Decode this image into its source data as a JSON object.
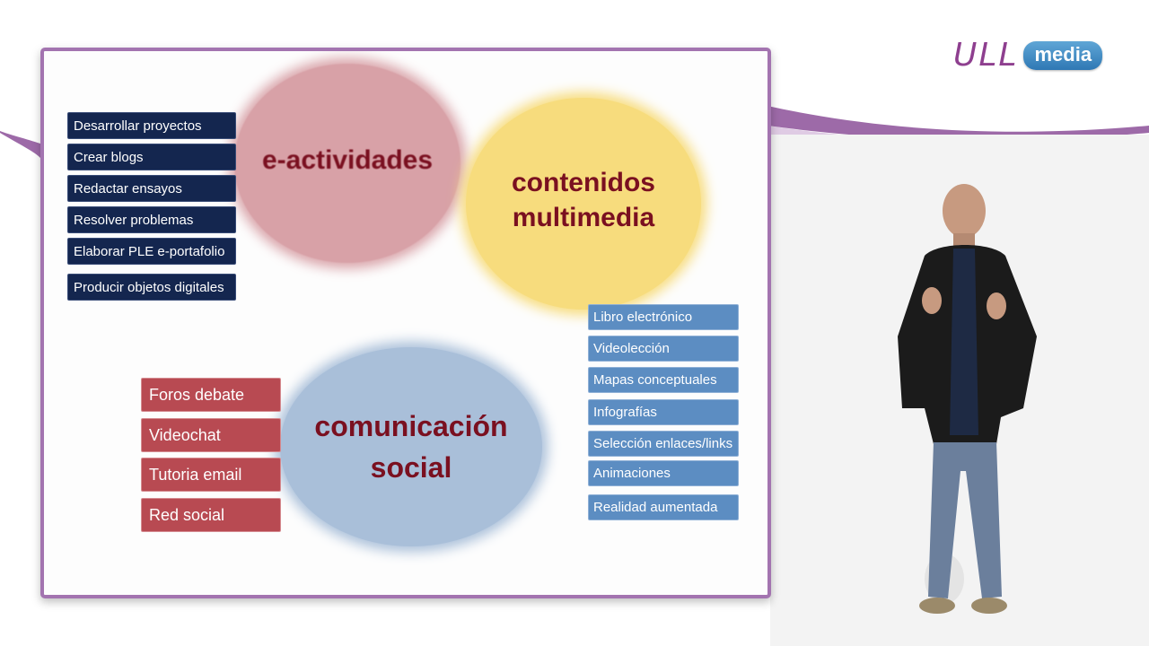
{
  "logo": {
    "ull": "ULL",
    "media": "media"
  },
  "diagram": {
    "actividades": {
      "title": "e-actividades",
      "items": [
        "Desarrollar proyectos",
        "Crear blogs",
        "Redactar ensayos",
        "Resolver problemas",
        "Elaborar PLE e-portafolio",
        "Producir objetos digitales"
      ]
    },
    "contenidos": {
      "title_line1": "contenidos",
      "title_line2": "multimedia",
      "items": [
        "Libro electrónico",
        "Videolección",
        "Mapas conceptuales",
        "Infografías",
        "Selección enlaces/links",
        "Animaciones",
        "Realidad aumentada"
      ]
    },
    "comunicacion": {
      "title_line1": "comunicación",
      "title_line2": "social",
      "items": [
        "Foros debate",
        "Videochat",
        "Tutoria email",
        "Red social"
      ]
    }
  },
  "colors": {
    "frame": "#a374b0",
    "pink": "#d8a1a7",
    "yellow": "#f7dc7d",
    "blue": "#a9bfd9",
    "title_text": "#7a1020",
    "navy_tag": "#14264f",
    "steel_tag": "#5c8dc2",
    "red_tag": "#b84a52"
  }
}
